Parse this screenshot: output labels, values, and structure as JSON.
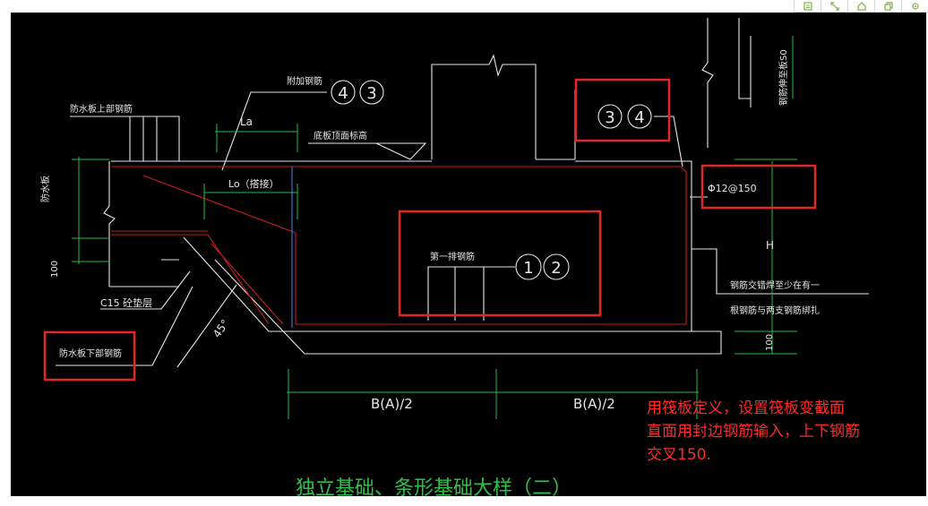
{
  "toolbar": {
    "icons": [
      "note-icon",
      "expand-icon",
      "home-icon",
      "copy-icon",
      "settings-icon"
    ],
    "color": "#7cb342"
  },
  "drawing": {
    "callouts": {
      "fj_label": "附加钢筋",
      "fj_circles": [
        "4",
        "3"
      ],
      "top_circles": [
        "3",
        "4"
      ],
      "mid_label": "第一排钢筋",
      "mid_circles": [
        "1",
        "2"
      ]
    },
    "labels": {
      "fs_top": "防水板上部钢筋",
      "fs_bottom": "防水板下部钢筋",
      "fsb": "防水板",
      "dim_100_left": "100",
      "c15": "C15 砼垫层",
      "la": "La",
      "lo": "Lo（搭接）",
      "bottom_elev": "底板顶面标高",
      "angle": "45°",
      "rebar": "Φ12@150",
      "h": "H",
      "stirrup": "钢筋交错焊至少在有一",
      "stirrup2": "根钢筋与两支钢筋绑扎",
      "dim_100_right": "100",
      "vertical_top": "钢筋伸至板S0",
      "b1": "B(A)/2",
      "b2": "B(A)/2",
      "caption": "独立基础、条形基础大样（二）"
    },
    "colors": {
      "background": "#000000",
      "line": "#e6e6e6",
      "dimension": "#1fbf4a",
      "rebar": "#c81e1e",
      "highlight": "#e02828",
      "blue": "#3a7fd0",
      "caption": "#2fbf4a"
    }
  },
  "annotation": {
    "lines": [
      "用筏板定义，设置筏板变截面",
      "直面用封边钢筋输入，上下钢筋",
      "交叉150."
    ]
  }
}
